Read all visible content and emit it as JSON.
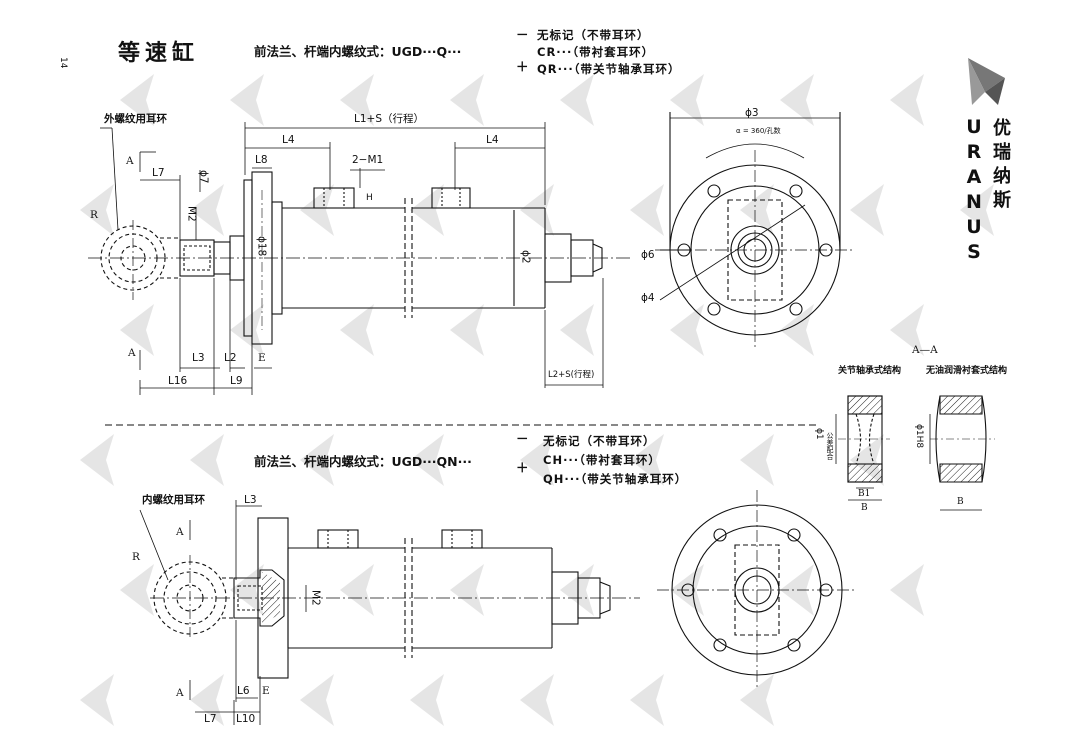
{
  "page": {
    "number": "14",
    "title": "等速缸"
  },
  "brand": {
    "name_cn": "优瑞纳斯",
    "name_en": "URANUS",
    "accent": "#777777"
  },
  "upper_spec": {
    "text": "前法兰、杆端内螺纹式：UGD···Q···",
    "minus": "－",
    "plus": "＋",
    "options": [
      "无标记（不带耳环）",
      "CR···（带衬套耳环）",
      "QR···（带关节轴承耳环）"
    ]
  },
  "lower_spec": {
    "text": "前法兰、杆端内螺纹式：UGD···QN···",
    "minus": "－",
    "plus": "＋",
    "options": [
      "无标记（不带耳环）",
      "CH···（带衬套耳环）",
      "QH···（带关节轴承耳环）"
    ]
  },
  "upper_drawing": {
    "ring_label": "外螺纹用耳环",
    "dims": {
      "L1S": "L1+S（行程）",
      "L4a": "L4",
      "L4b": "L4",
      "L8": "L8",
      "M1": "2−M1",
      "H": "H",
      "L7": "L7",
      "phi7": "ϕ7",
      "M2": "M2",
      "R": "R",
      "phi18": "ϕ18",
      "phi2": "ϕ2",
      "A_top": "A",
      "A_bot": "A",
      "L3": "L3",
      "L2": "L2",
      "E": "E",
      "L16": "L16",
      "L9": "L9",
      "L2S": "L2+S(行程)"
    }
  },
  "end_view": {
    "phi3": "ϕ3",
    "alpha": "α = 360/孔数",
    "phi6": "ϕ6",
    "phi4": "ϕ4"
  },
  "section": {
    "title": "A—A",
    "left_caption": "关节轴承式结构",
    "right_caption": "无油润滑衬套式结构",
    "phi1": "ϕ1",
    "tol": "公差配合",
    "B1": "B1",
    "B_left": "B",
    "phi1H8": "ϕ1H8",
    "B_right": "B"
  },
  "lower_drawing": {
    "ring_label": "内螺纹用耳环",
    "dims": {
      "L3": "L3",
      "R": "R",
      "A_top": "A",
      "A_bot": "A",
      "M2": "M2",
      "L6": "L6",
      "E": "E",
      "L7": "L7",
      "L10": "L10"
    }
  }
}
